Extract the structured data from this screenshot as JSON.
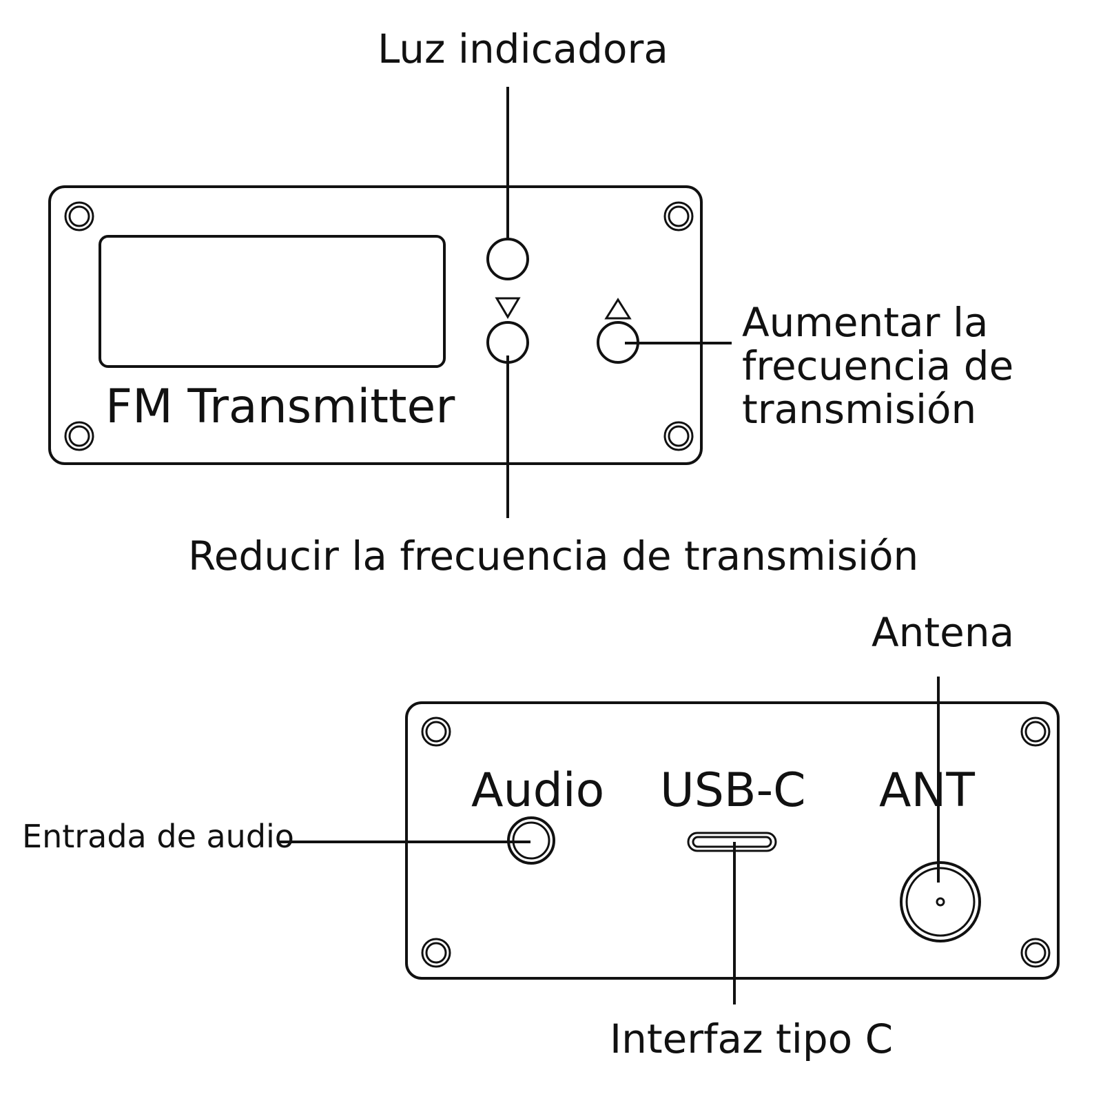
{
  "front_panel": {
    "label": "FM Transmitter",
    "callouts": {
      "indicator": "Luz indicadora",
      "decrease": "Reducir la frecuencia de transmisión",
      "increase_line1": "Aumentar la",
      "increase_line2": "frecuencia de",
      "increase_line3": "transmisión"
    },
    "icons": [
      "screw-icon",
      "down-arrow-icon",
      "up-arrow-icon"
    ]
  },
  "back_panel": {
    "port_labels": {
      "audio": "Audio",
      "usb": "USB-C",
      "ant": "ANT"
    },
    "callouts": {
      "antenna": "Antena",
      "audio_in": "Entrada de audio",
      "type_c": "Interfaz tipo C"
    },
    "icons": [
      "screw-icon",
      "audio-jack-icon",
      "usb-c-port-icon",
      "antenna-connector-icon"
    ]
  },
  "colors": {
    "line": "#111111",
    "background": "#ffffff"
  }
}
